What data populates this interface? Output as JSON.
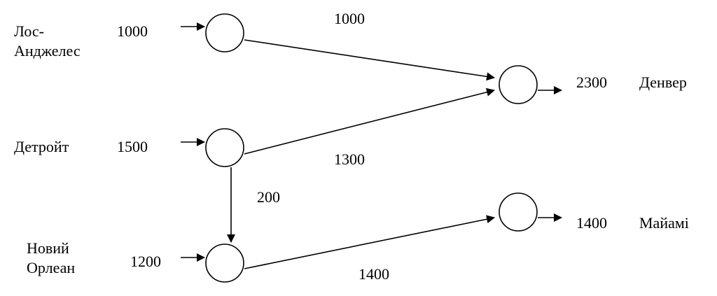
{
  "sources": [
    {
      "name_lines": [
        "Лос-",
        "Анджелес"
      ],
      "supply": "1000"
    },
    {
      "name": "Детройт",
      "supply": "1500"
    },
    {
      "name_lines": [
        "Новий",
        "Орлеан"
      ],
      "supply": "1200"
    }
  ],
  "sinks": [
    {
      "name": "Денвер",
      "demand": "2300"
    },
    {
      "name": "Майамі",
      "demand": "1400"
    }
  ],
  "edges": [
    {
      "from": "Лос-Анджелес",
      "to": "Денвер",
      "flow": "1000"
    },
    {
      "from": "Детройт",
      "to": "Денвер",
      "flow": "1300"
    },
    {
      "from": "Детройт",
      "to": "Новий Орлеан",
      "flow": "200"
    },
    {
      "from": "Новий Орлеан",
      "to": "Майамі",
      "flow": "1400"
    }
  ],
  "colors": {
    "stroke": "#000000",
    "background": "#ffffff"
  }
}
